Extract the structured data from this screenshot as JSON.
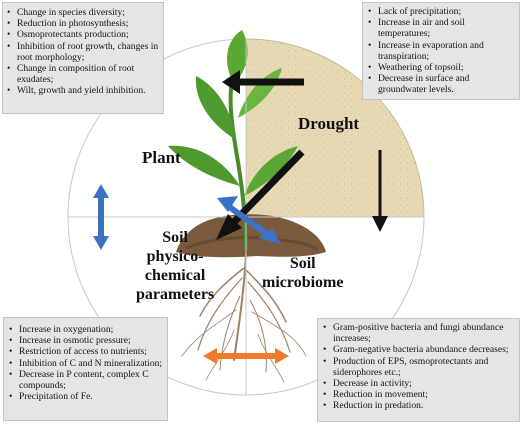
{
  "plant_label": "Plant",
  "drought_label": "Drought",
  "soil_label": [
    "Soil",
    "physico-",
    "chemical",
    "parameters"
  ],
  "microbiome_label": [
    "Soil",
    "microbiome"
  ],
  "plant_effects": [
    "Change in species diversity;",
    "Reduction in photosynthesis;",
    "Osmoprotectants production;",
    "Inhibition  of root growth, changes in root morphology;",
    "Change in composition  of root exudates;",
    "Wilt, growth and yield inhibition."
  ],
  "drought_effects": [
    "Lack of precipitation;",
    "Increase in air and soil temperatures;",
    "Increase in evaporation and transpiration;",
    "Weathering of topsoil;",
    "Decrease in surface and groundwater levels."
  ],
  "soil_effects": [
    "Increase in oxygenation;",
    "Increase in osmotic pressure;",
    "Restriction of access to nutrients;",
    "Inhibition  of C and N mineralization;",
    "Decrease in P content, complex C compounds;",
    "Precipitation of Fe."
  ],
  "microbiome_effects": [
    "Gram-positive bacteria and fungi abundance increases;",
    " Gram-negative bacteria abundance decreases;",
    "Production of EPS, osmoprotectants and siderophores etc.;",
    "Decrease in activity;",
    "Reduction in movement;",
    "Reduction in predation."
  ],
  "colors": {
    "drought_fill": "#e8d9b5",
    "soil_fill": "#7a5a3c",
    "plant_green": "#4f9a2e",
    "arrow_black": "#111111",
    "arrow_blue": "#3c72c6",
    "arrow_orange": "#ee7a2a",
    "box_fill": "#e5e5e5"
  }
}
